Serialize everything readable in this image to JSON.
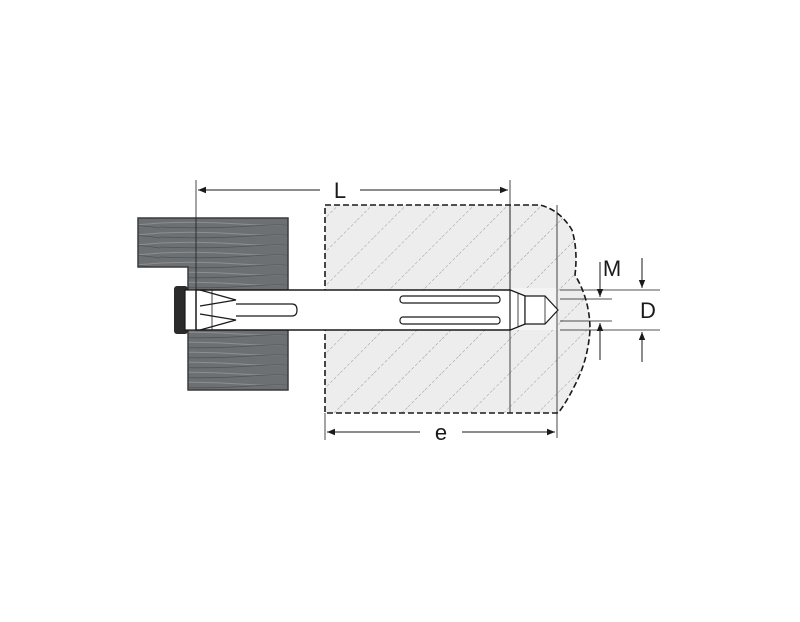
{
  "labels": {
    "length": "L",
    "embedment_depth": "e",
    "thread": "M",
    "diameter": "D"
  },
  "colors": {
    "wood": "#6d7073",
    "wood_grain": "#8c8f92",
    "wood_grain_dark": "#505356",
    "wall": "#ededed",
    "wall_hatch": "#9a9a9a",
    "anchor": "#ffffff",
    "line": "#1a1a1a",
    "washer": "#2b2b2b"
  }
}
